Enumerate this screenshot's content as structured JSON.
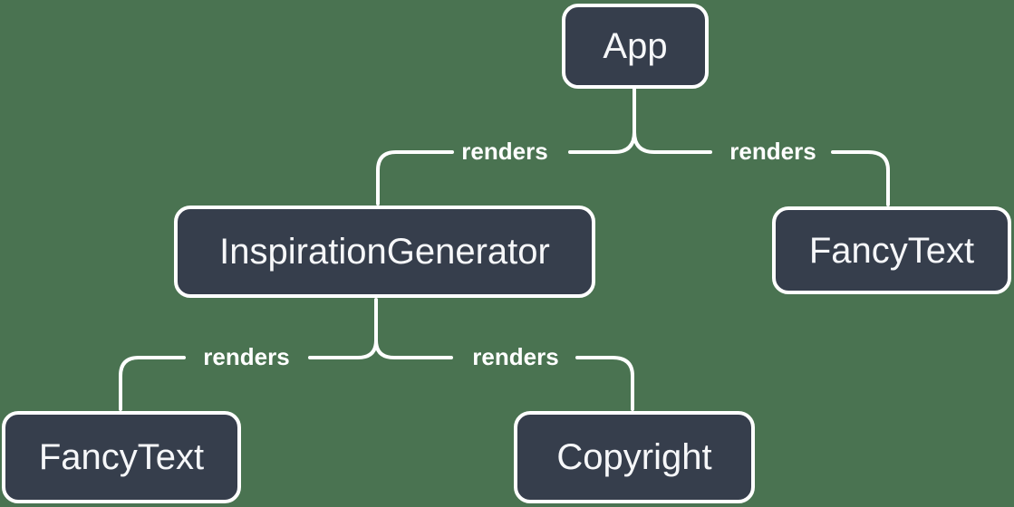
{
  "diagram": {
    "type": "component-render-tree",
    "colors": {
      "background": "#4A7351",
      "node_fill": "#363E4C",
      "node_border": "#FFFFFF",
      "node_text": "#F6F7F9",
      "edge_line": "#FFFFFF",
      "edge_label_text": "#FFFFFF"
    },
    "nodes": [
      {
        "id": "app",
        "label": "App"
      },
      {
        "id": "inspiration-generator",
        "label": "InspirationGenerator"
      },
      {
        "id": "fancy-text-top",
        "label": "FancyText"
      },
      {
        "id": "fancy-text-bottom",
        "label": "FancyText"
      },
      {
        "id": "copyright",
        "label": "Copyright"
      }
    ],
    "edges": [
      {
        "from": "App",
        "to": "InspirationGenerator",
        "label": "renders"
      },
      {
        "from": "App",
        "to": "FancyText",
        "label": "renders"
      },
      {
        "from": "InspirationGenerator",
        "to": "FancyText",
        "label": "renders"
      },
      {
        "from": "InspirationGenerator",
        "to": "Copyright",
        "label": "renders"
      }
    ]
  }
}
